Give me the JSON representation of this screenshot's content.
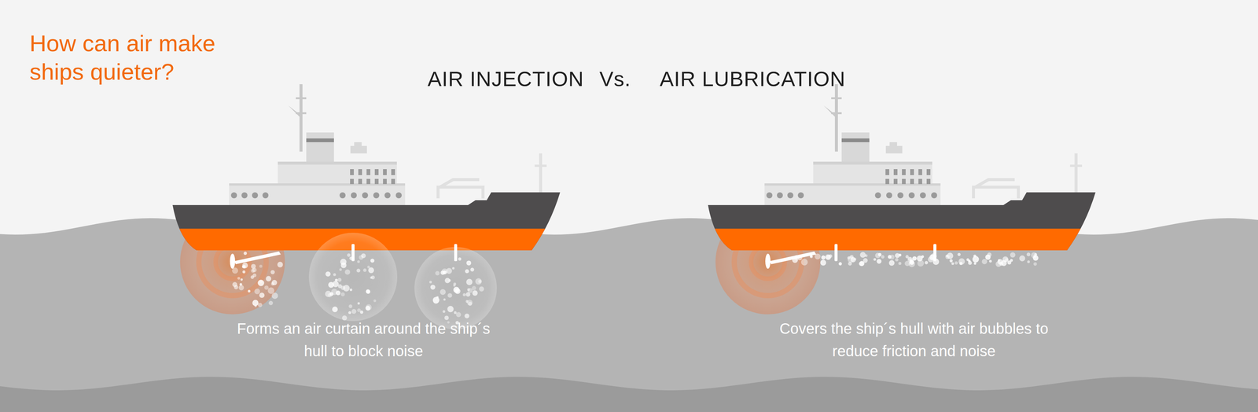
{
  "diagram": {
    "title": "How can air make ships quieter?",
    "labels": [
      "AIR INJECTION",
      "Vs.",
      "AIR LUBRICATION",
      "Forms an air curtain around the ship´s hull to block noise",
      "Covers the ship´s hull with air bubbles to reduce friction and noise"
    ]
  }
}
